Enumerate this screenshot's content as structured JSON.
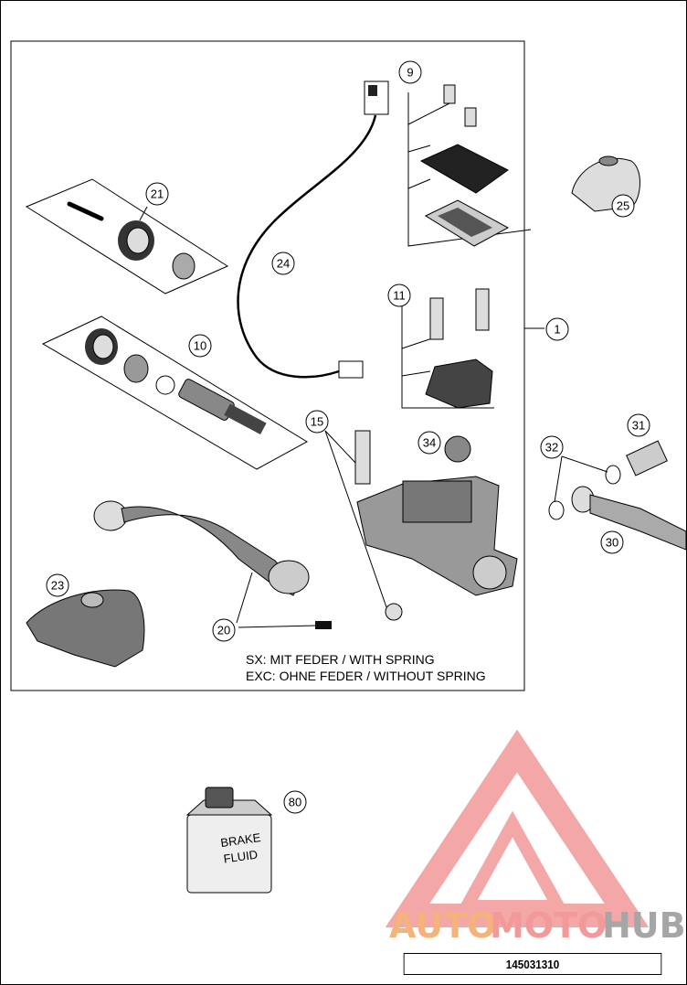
{
  "callouts": [
    "9",
    "21",
    "24",
    "1",
    "11",
    "10",
    "15",
    "34",
    "31",
    "32",
    "30",
    "25",
    "23",
    "20",
    "80"
  ],
  "notes": {
    "sx": "SX: MIT FEDER / WITH SPRING",
    "exc": "EXC: OHNE FEDER / WITHOUT SPRING"
  },
  "fluid_label": {
    "line1": "BRAKE",
    "line2": "FLUID"
  },
  "watermark": {
    "part1": "AUTO",
    "part2": "MOTO",
    "part3": "HUB",
    "colors": {
      "auto": "#f5b27a",
      "moto": "#f29a9a",
      "hub": "#a6a6a6",
      "logo": "#f08a8a"
    }
  },
  "reference_number": "145031310"
}
